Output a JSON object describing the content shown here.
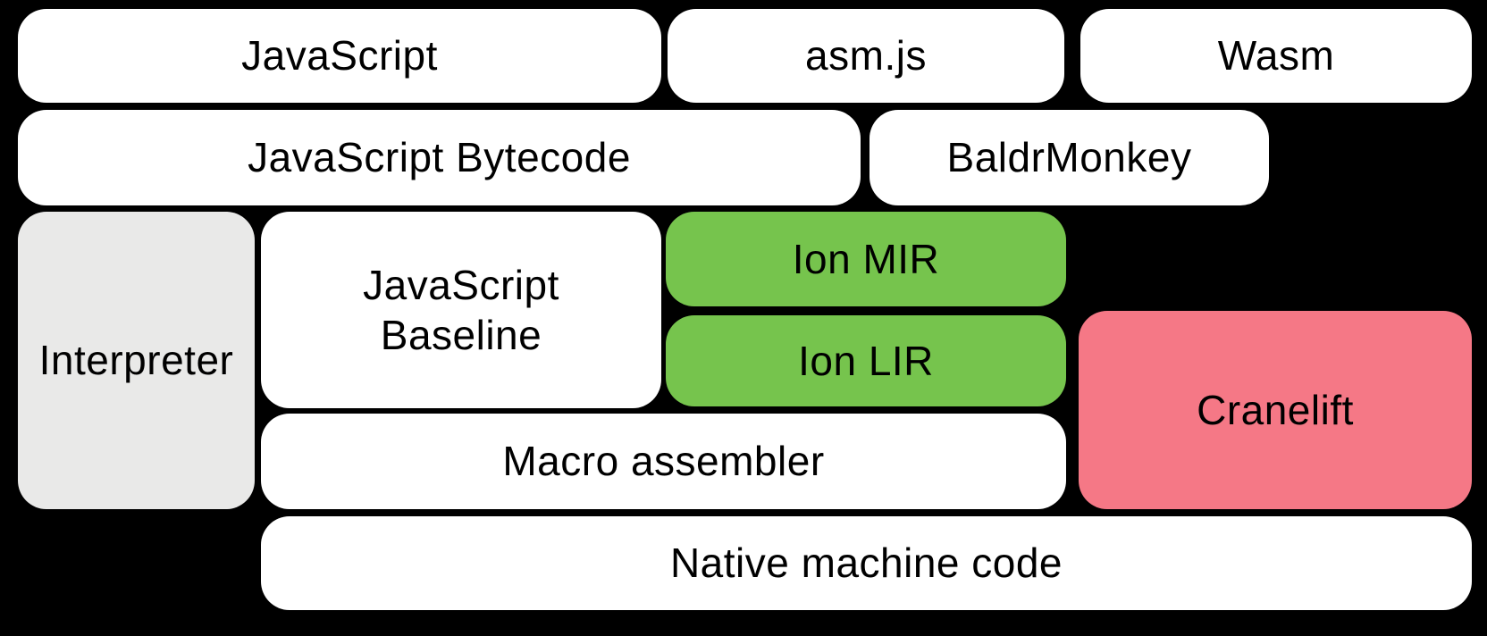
{
  "diagram": {
    "background": "#000000",
    "palette": {
      "box_white": "#ffffff",
      "interpreter_gray": "#e9e9e8",
      "ion_green": "#76c44d",
      "cranelift_pink": "#f57886",
      "text": "#000000"
    },
    "boxes": [
      {
        "id": "javascript",
        "label": "JavaScript",
        "color": "white"
      },
      {
        "id": "asm-js",
        "label": "asm.js",
        "color": "white"
      },
      {
        "id": "wasm",
        "label": "Wasm",
        "color": "white"
      },
      {
        "id": "javascript-bytecode",
        "label": "JavaScript Bytecode",
        "color": "white"
      },
      {
        "id": "baldrmonkey",
        "label": "BaldrMonkey",
        "color": "white"
      },
      {
        "id": "interpreter",
        "label": "Interpreter",
        "color": "gray"
      },
      {
        "id": "javascript-baseline",
        "label": "JavaScript\nBaseline",
        "color": "white"
      },
      {
        "id": "ion-mir",
        "label": "Ion MIR",
        "color": "green"
      },
      {
        "id": "ion-lir",
        "label": "Ion LIR",
        "color": "green"
      },
      {
        "id": "cranelift",
        "label": "Cranelift",
        "color": "pink"
      },
      {
        "id": "macro-assembler",
        "label": "Macro assembler",
        "color": "white"
      },
      {
        "id": "native-machine-code",
        "label": "Native machine code",
        "color": "white"
      }
    ]
  }
}
